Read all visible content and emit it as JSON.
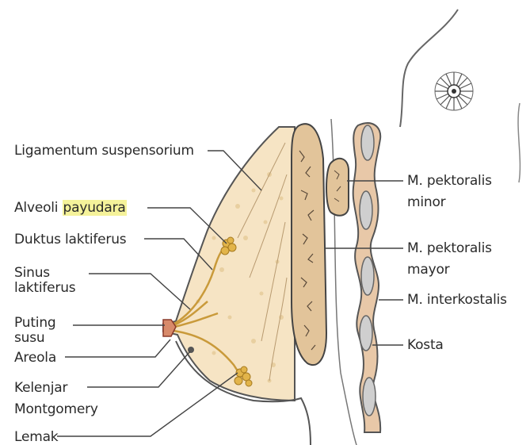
{
  "labels": {
    "ligamentum": "Ligamentum suspensorium",
    "alveoli_prefix": "Alveoli ",
    "alveoli_highlight": "payudara",
    "duktus": "Duktus laktiferus",
    "sinus_1": "Sinus",
    "sinus_2": "laktiferus",
    "puting_1": "Puting",
    "puting_2": "susu",
    "areola": "Areola",
    "kelenjar_1": "Kelenjar",
    "kelenjar_2": "Montgomery",
    "lemak": "Lemak",
    "pektoralis_minor_1": "M. pektoralis",
    "pektoralis_minor_2": "minor",
    "pektoralis_mayor_1": "M. pektoralis",
    "pektoralis_mayor_2": "mayor",
    "interkostalis": "M. interkostalis",
    "kosta": "Kosta"
  },
  "colors": {
    "highlight": "#f5f29a",
    "fat_tissue": "#f6e4c4",
    "muscle": "#e2c49a",
    "ducts": "#d9a848",
    "rib_bone": "#c8c8c8",
    "outline": "#555555"
  }
}
